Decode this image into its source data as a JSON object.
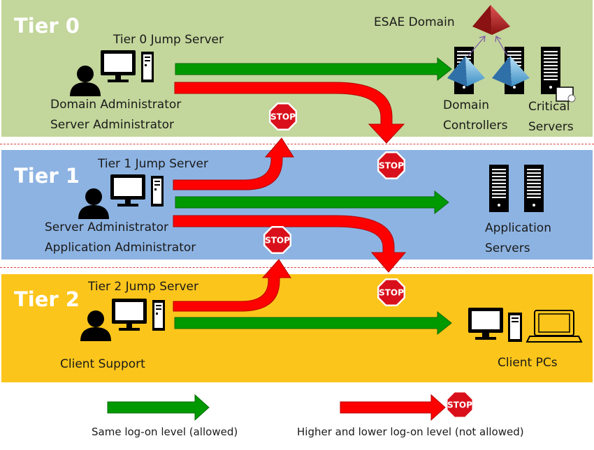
{
  "tiers": [
    {
      "label": "Tier 0",
      "jump_server": "Tier 0 Jump Server",
      "roles": [
        "Domain Administrator",
        "Server Administrator"
      ],
      "color": "#c3d69b"
    },
    {
      "label": "Tier 1",
      "jump_server": "Tier 1 Jump Server",
      "roles": [
        "Server Administrator",
        "Application Administrator"
      ],
      "color": "#8db3e2"
    },
    {
      "label": "Tier 2",
      "jump_server": "Tier 2 Jump Server",
      "roles": [
        "Client Support"
      ],
      "color": "#fcc51b"
    }
  ],
  "resources": {
    "esae": "ESAE Domain",
    "domain_controllers": [
      "Domain",
      "Controllers"
    ],
    "critical_servers": [
      "Critical",
      "Servers"
    ],
    "application_servers": [
      "Application",
      "Servers"
    ],
    "client_pcs": "Client PCs"
  },
  "stop_sign": "STOP",
  "legend": {
    "allowed": "Same log-on level (allowed)",
    "not_allowed": "Higher and lower log-on level (not allowed)"
  },
  "colors": {
    "allowed_arrow": "#009900",
    "blocked_arrow": "#ff0000",
    "stop_sign": "#d9101b",
    "separator": "#e04040"
  }
}
